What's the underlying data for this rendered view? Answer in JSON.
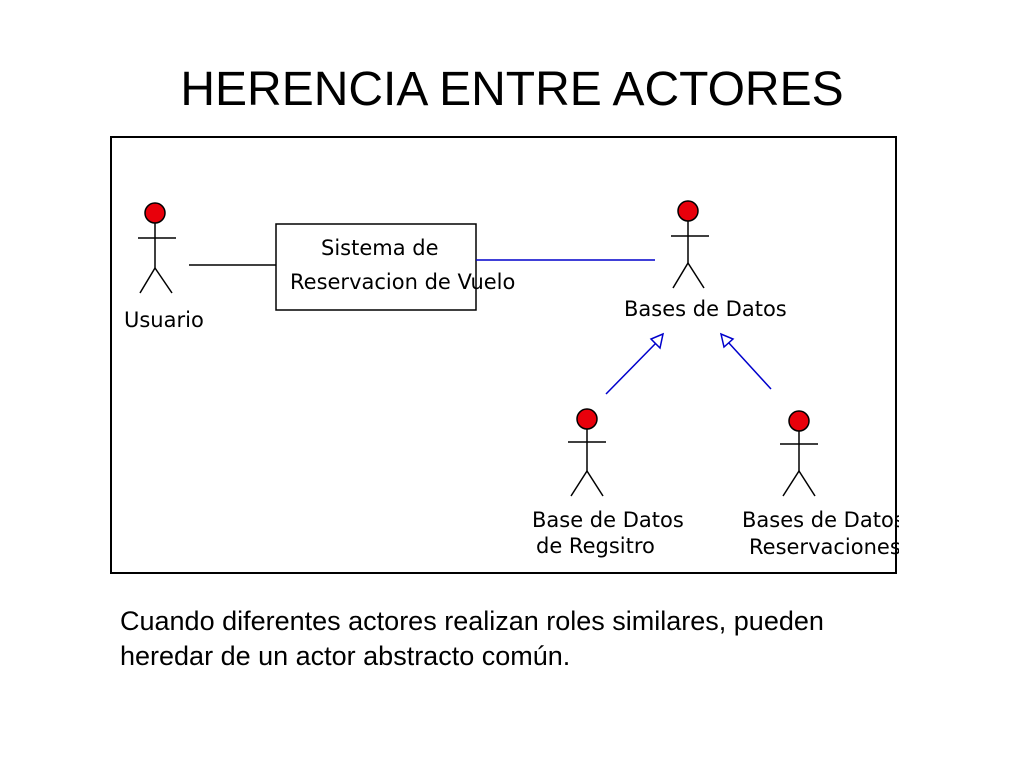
{
  "slide": {
    "title": "HERENCIA ENTRE ACTORES",
    "caption": "Cuando diferentes actores realizan roles similares, pueden heredar de un actor abstracto común."
  },
  "diagram": {
    "use_case": {
      "line1": "Sistema de",
      "line2": "Reservacion de Vuelo"
    },
    "actors": {
      "usuario": {
        "label": "Usuario"
      },
      "bases_de_datos": {
        "label": "Bases de Datos"
      },
      "base_registro": {
        "line1": "Base de Datos",
        "line2": "de Regsitro"
      },
      "bases_reservaciones": {
        "line1": "Bases de Datos",
        "line2": "Reservaciones"
      }
    },
    "colors": {
      "actor_head": "#e8000b",
      "association_black": "#000000",
      "association_blue": "#0000cc",
      "generalization": "#0000cc"
    }
  }
}
